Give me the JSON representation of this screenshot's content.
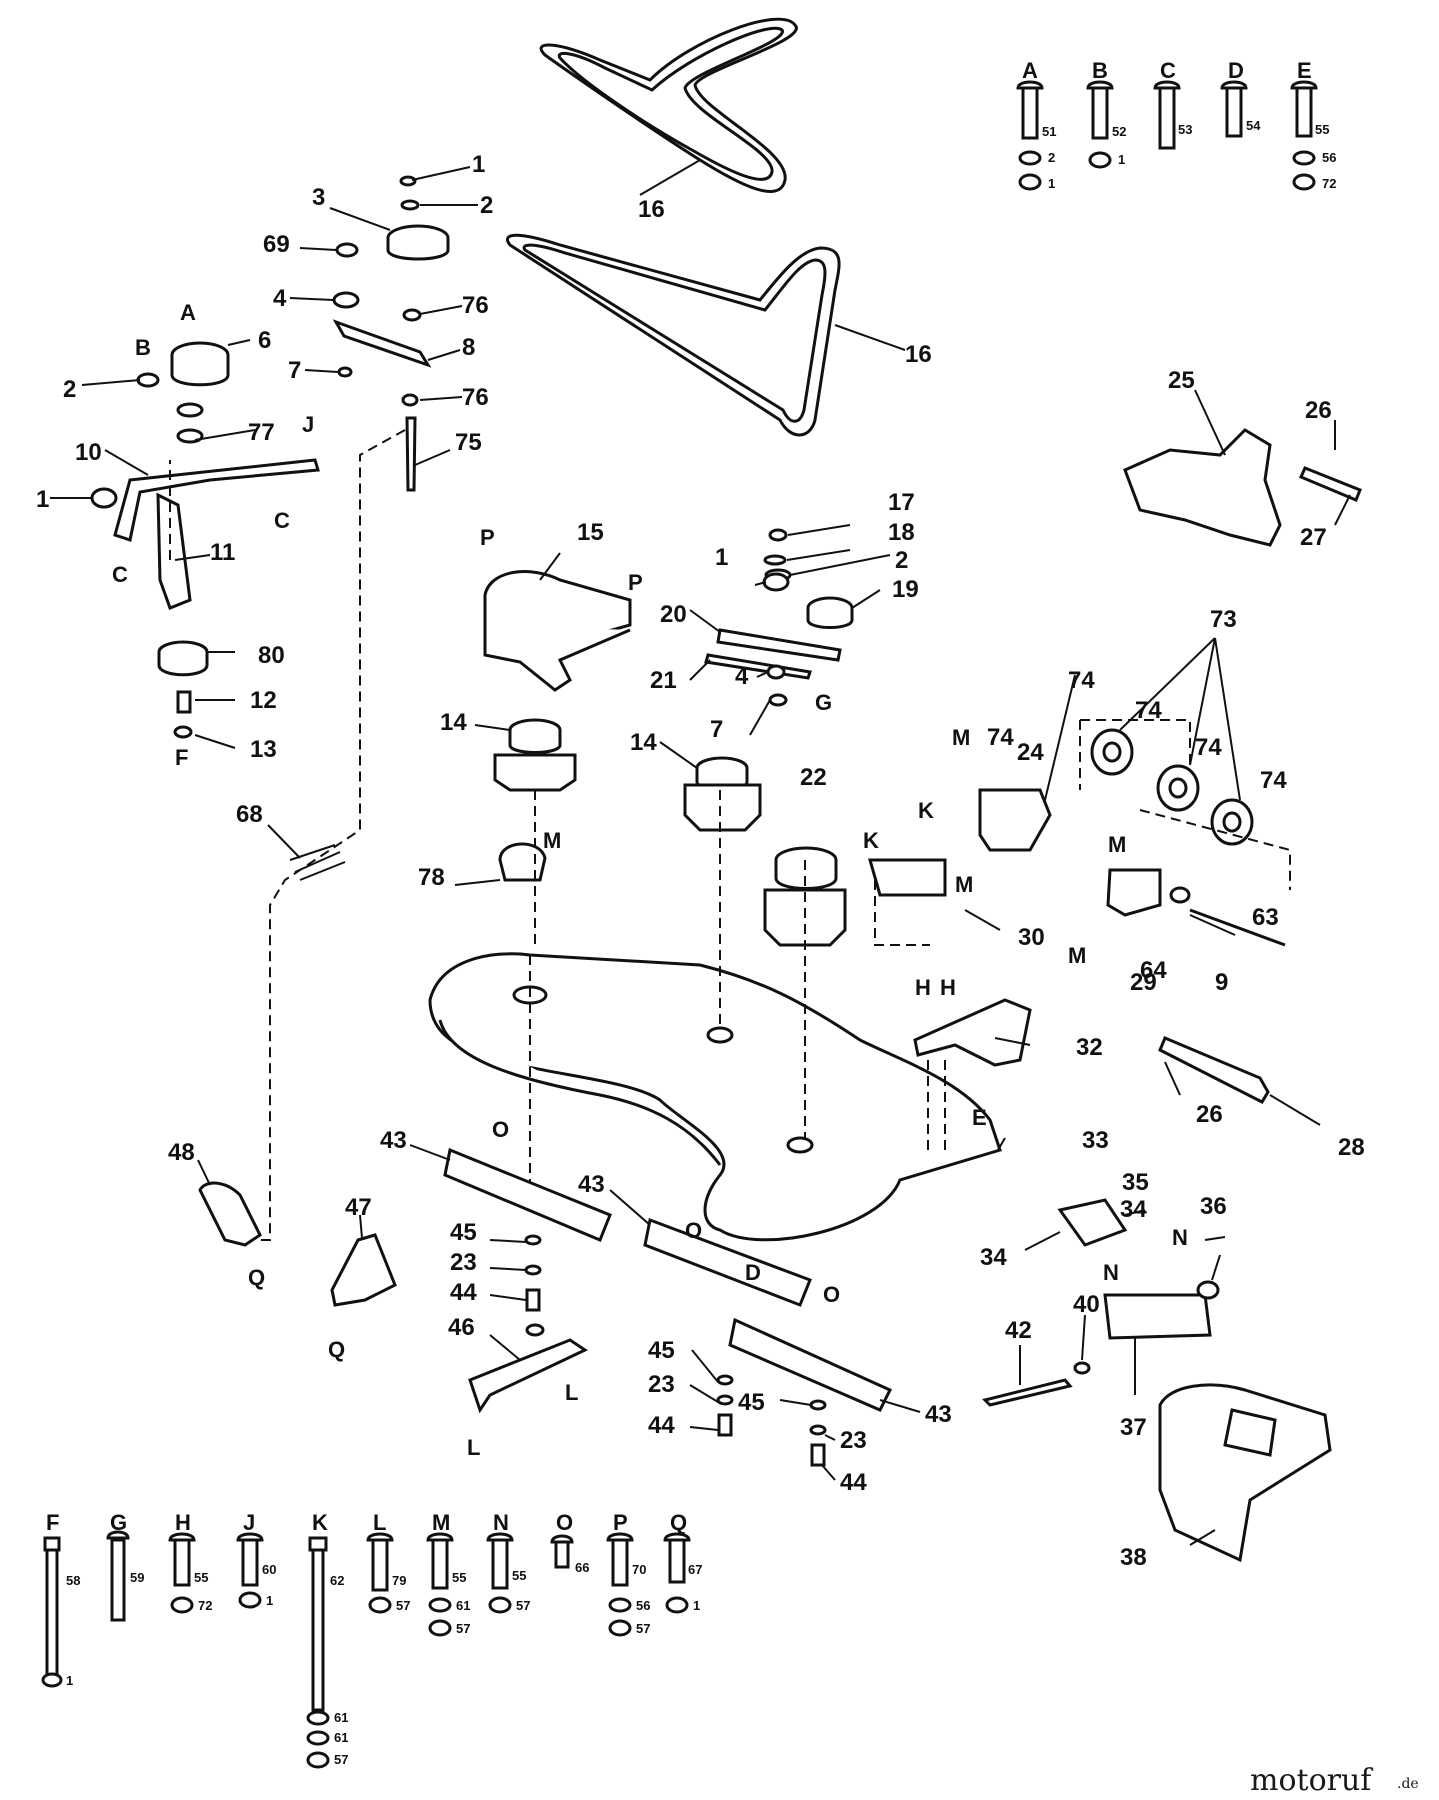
{
  "hardware_top": [
    {
      "letter": "A",
      "labels": [
        "51",
        "2",
        "1"
      ]
    },
    {
      "letter": "B",
      "labels": [
        "52",
        "1"
      ]
    },
    {
      "letter": "C",
      "labels": [
        "53"
      ]
    },
    {
      "letter": "D",
      "labels": [
        "54"
      ]
    },
    {
      "letter": "E",
      "labels": [
        "55",
        "56",
        "72"
      ]
    }
  ],
  "hardware_bottom": [
    {
      "letter": "F",
      "labels": [
        "58",
        "1"
      ]
    },
    {
      "letter": "G",
      "labels": [
        "59"
      ]
    },
    {
      "letter": "H",
      "labels": [
        "55",
        "72"
      ]
    },
    {
      "letter": "J",
      "labels": [
        "60",
        "1"
      ]
    },
    {
      "letter": "K",
      "labels": [
        "62",
        "61",
        "61",
        "57"
      ]
    },
    {
      "letter": "L",
      "labels": [
        "79",
        "57"
      ]
    },
    {
      "letter": "M",
      "labels": [
        "55",
        "61",
        "57"
      ]
    },
    {
      "letter": "N",
      "labels": [
        "55",
        "57"
      ]
    },
    {
      "letter": "O",
      "labels": [
        "66"
      ]
    },
    {
      "letter": "P",
      "labels": [
        "70",
        "56",
        "57"
      ]
    },
    {
      "letter": "Q",
      "labels": [
        "67",
        "1"
      ]
    }
  ],
  "callouts": [
    "1",
    "2",
    "3",
    "69",
    "4",
    "76",
    "8",
    "6",
    "7",
    "76",
    "2",
    "77",
    "10",
    "1",
    "75",
    "11",
    "80",
    "12",
    "13",
    "16",
    "16",
    "25",
    "26",
    "27",
    "17",
    "18",
    "2",
    "1",
    "19",
    "15",
    "20",
    "21",
    "4",
    "7",
    "14",
    "14",
    "22",
    "73",
    "74",
    "74",
    "74",
    "74",
    "74",
    "24",
    "78",
    "30",
    "63",
    "64",
    "9",
    "29",
    "68",
    "32",
    "26",
    "28",
    "33",
    "43",
    "43",
    "45",
    "23",
    "44",
    "46",
    "48",
    "47",
    "35",
    "34",
    "34",
    "36",
    "40",
    "42",
    "37",
    "45",
    "23",
    "44",
    "45",
    "23",
    "43",
    "44",
    "38"
  ],
  "letter_marks": [
    "A",
    "B",
    "J",
    "C",
    "C",
    "F",
    "P",
    "P",
    "G",
    "M",
    "M",
    "K",
    "K",
    "M",
    "M",
    "M",
    "H",
    "H",
    "E",
    "O",
    "O",
    "D",
    "O",
    "L",
    "L",
    "Q",
    "Q",
    "N",
    "N"
  ],
  "watermark": {
    "brand": "motoruf",
    "suffix": ".de"
  }
}
